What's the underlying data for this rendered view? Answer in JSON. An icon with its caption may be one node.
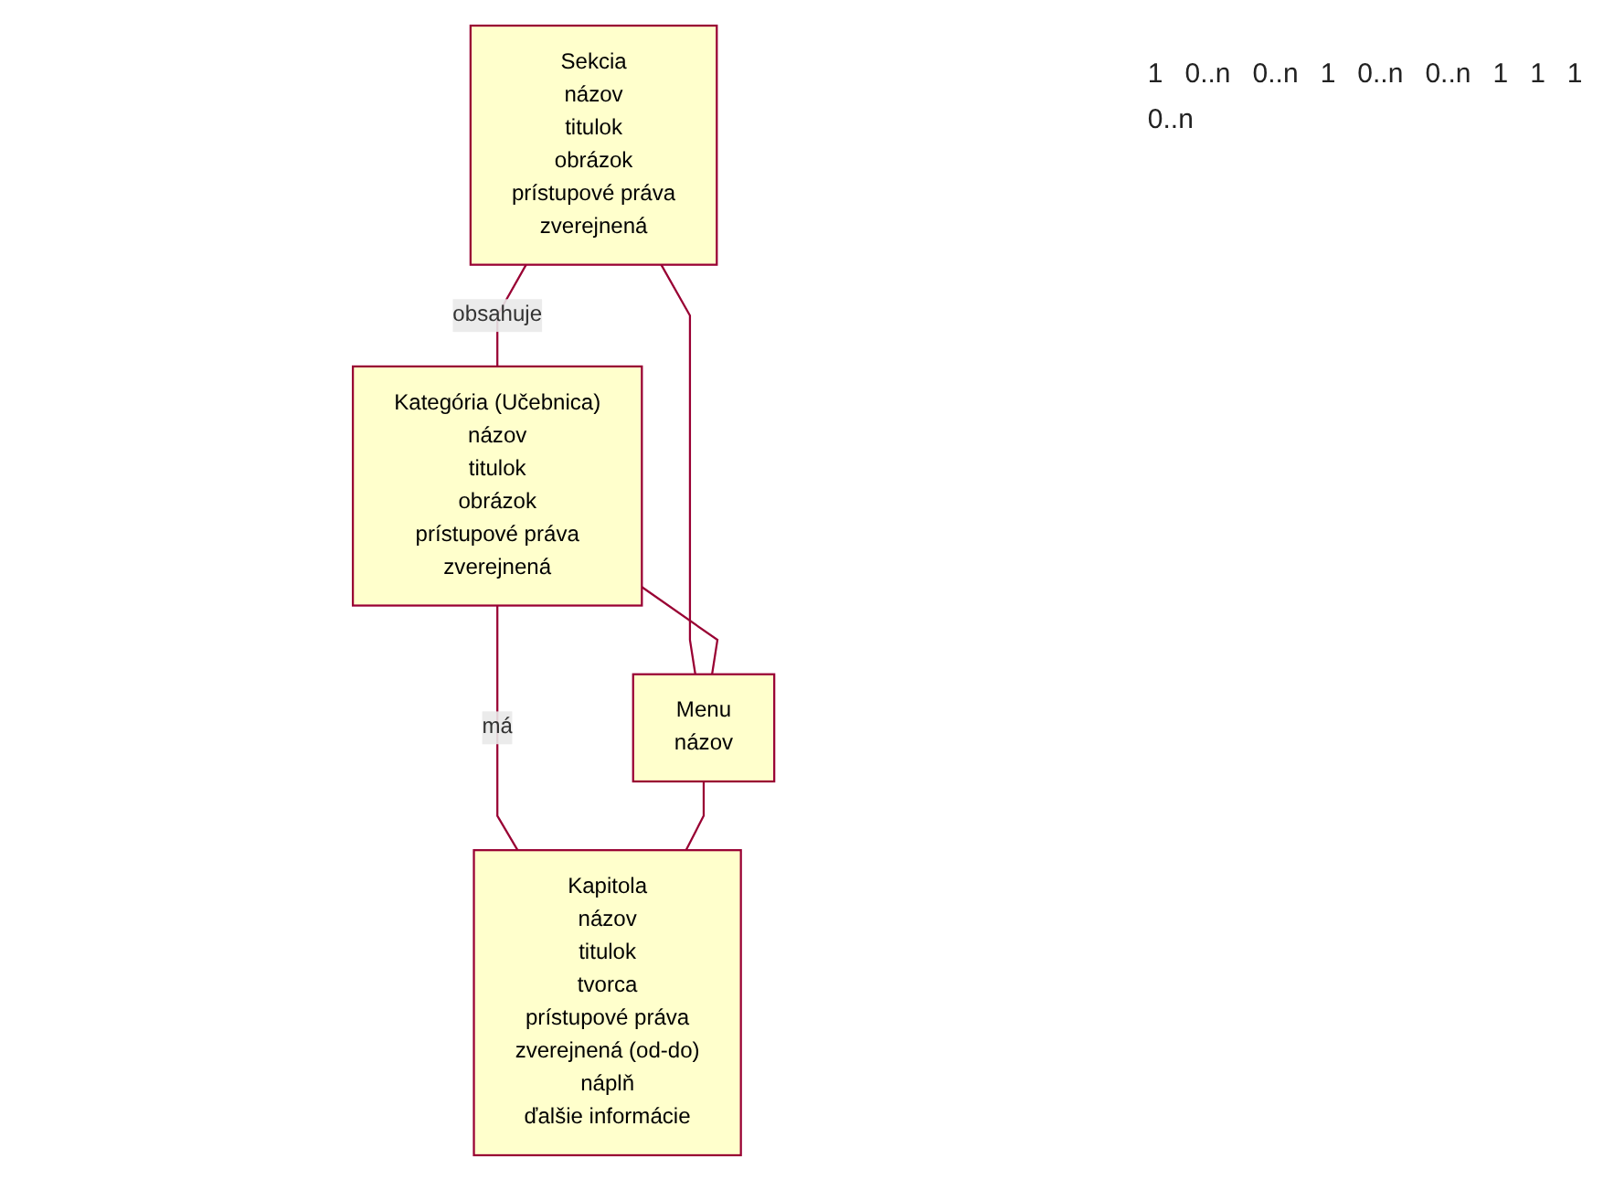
{
  "diagram": {
    "nodes": [
      {
        "text": [
          "Sekcia",
          "názov",
          "titulok",
          "obrázok",
          "prístupové práva",
          "zverejnená"
        ]
      },
      {
        "text": [
          "Kategória (Učebnica)",
          "názov",
          "titulok",
          "obrázok",
          "prístupové práva",
          "zverejnená"
        ]
      },
      {
        "text": [
          "Kapitola",
          "názov",
          "titulok",
          "tvorca",
          "prístupové práva",
          "zverejnená (od-do)",
          "náplň",
          "ďalšie informácie"
        ]
      },
      {
        "text": [
          "Menu",
          "názov"
        ]
      }
    ],
    "edges": [
      {
        "from": 0,
        "to": 1,
        "arrow": "none",
        "label": "obsahuje"
      },
      {
        "from": 0,
        "to": 3,
        "arrow": "none"
      },
      {
        "from": 1,
        "to": 3,
        "arrow": "none"
      },
      {
        "from": 1,
        "to": 2,
        "arrow": "none",
        "label": "má"
      },
      {
        "from": 3,
        "to": 2,
        "arrow": "none"
      }
    ],
    "labels": [
      "1",
      "0..n",
      "0..n",
      "1",
      "0..n",
      "0..n",
      "1",
      "1",
      "1",
      "0..n"
    ]
  }
}
